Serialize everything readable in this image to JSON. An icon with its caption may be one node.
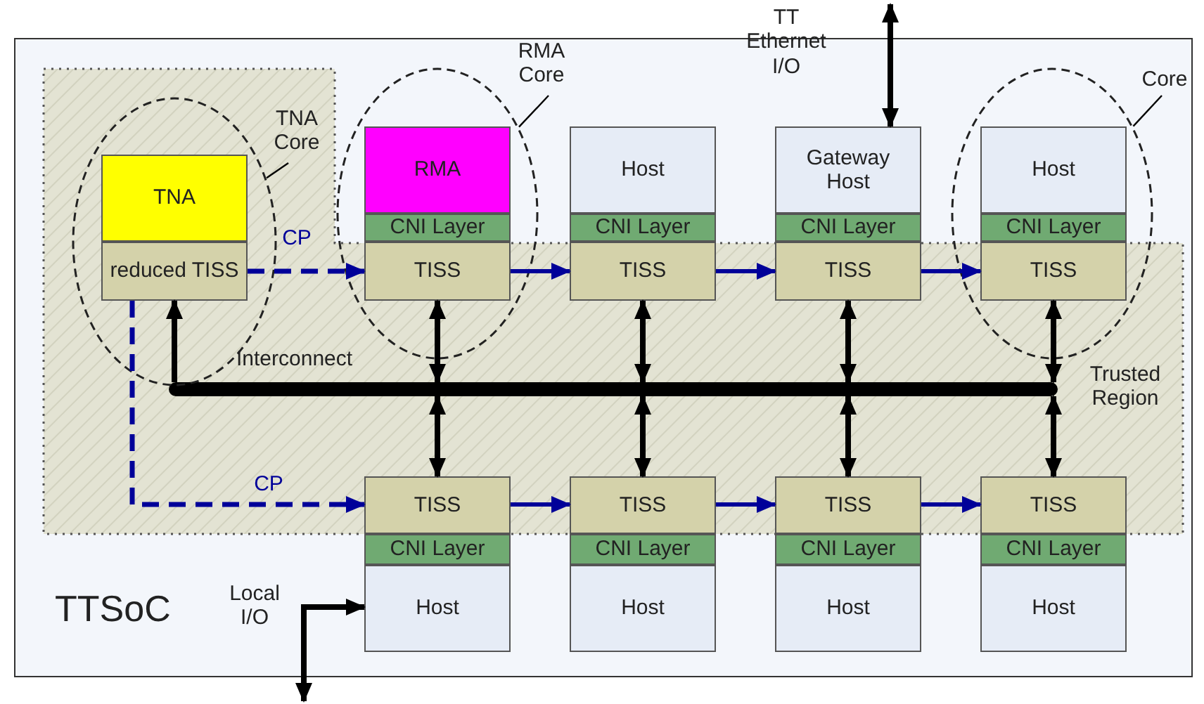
{
  "diagram": {
    "nodes": [
      {
        "text": [
          "TTSoC"
        ]
      },
      {
        "text": [
          "Trusted Region"
        ],
        "in": 0
      },
      {
        "text": [],
        "shape": "ellipse",
        "in": 1
      },
      {
        "text": [
          "TNA Core"
        ],
        "in": 1
      },
      {
        "text": [
          "TNA"
        ],
        "in": 2
      },
      {
        "text": [
          "reduced TISS"
        ],
        "in": 2
      },
      {
        "text": [],
        "shape": "ellipse",
        "in": 0
      },
      {
        "text": [
          "RMA Core"
        ],
        "in": 0
      },
      {
        "text": [
          "RMA"
        ],
        "in": 6
      },
      {
        "text": [
          "CNI Layer"
        ],
        "in": 6
      },
      {
        "text": [
          "TISS"
        ],
        "in": 6
      },
      {
        "text": [
          "Host"
        ],
        "in": 0
      },
      {
        "text": [
          "CNI Layer"
        ],
        "in": 0
      },
      {
        "text": [
          "TISS"
        ],
        "in": 1
      },
      {
        "text": [
          "Gateway Host"
        ],
        "in": 0
      },
      {
        "text": [
          "CNI Layer"
        ],
        "in": 0
      },
      {
        "text": [
          "TISS"
        ],
        "in": 1
      },
      {
        "text": [],
        "shape": "ellipse",
        "in": 0
      },
      {
        "text": [
          "Core"
        ],
        "in": 0
      },
      {
        "text": [
          "Host"
        ],
        "in": 17
      },
      {
        "text": [
          "CNI Layer"
        ],
        "in": 17
      },
      {
        "text": [
          "TISS"
        ],
        "in": 17
      },
      {
        "text": [
          "Interconnect"
        ],
        "in": 1
      },
      {
        "text": [
          "TISS"
        ],
        "in": 1
      },
      {
        "text": [
          "CNI Layer"
        ],
        "in": 0
      },
      {
        "text": [
          "Host"
        ],
        "in": 0
      },
      {
        "text": [
          "TISS"
        ],
        "in": 1
      },
      {
        "text": [
          "CNI Layer"
        ],
        "in": 0
      },
      {
        "text": [
          "Host"
        ],
        "in": 0
      },
      {
        "text": [
          "TISS"
        ],
        "in": 1
      },
      {
        "text": [
          "CNI Layer"
        ],
        "in": 0
      },
      {
        "text": [
          "Host"
        ],
        "in": 0
      },
      {
        "text": [
          "TISS"
        ],
        "in": 1
      },
      {
        "text": [
          "CNI Layer"
        ],
        "in": 0
      },
      {
        "text": [
          "Host"
        ],
        "in": 0
      }
    ],
    "edges": [
      {
        "from": 3,
        "to": 2,
        "arrow": "none"
      },
      {
        "from": 7,
        "to": 6,
        "arrow": "none"
      },
      {
        "from": 18,
        "to": 17,
        "arrow": "none"
      },
      {
        "from": null,
        "to": 14,
        "arrow": "both",
        "label": "TT Ethernet I/O"
      },
      {
        "from": 5,
        "to": 10,
        "arrow": "to",
        "label": "CP",
        "style": "dashed",
        "color": "#000099"
      },
      {
        "from": 10,
        "to": 13,
        "arrow": "to",
        "color": "#000099"
      },
      {
        "from": 13,
        "to": 16,
        "arrow": "to",
        "color": "#000099"
      },
      {
        "from": 16,
        "to": 21,
        "arrow": "to",
        "color": "#000099"
      },
      {
        "from": 22,
        "to": 5,
        "arrow": "to"
      },
      {
        "from": 22,
        "to": 10,
        "arrow": "both"
      },
      {
        "from": 22,
        "to": 13,
        "arrow": "both"
      },
      {
        "from": 22,
        "to": 16,
        "arrow": "both"
      },
      {
        "from": 22,
        "to": 21,
        "arrow": "both"
      },
      {
        "from": 22,
        "to": 23,
        "arrow": "both"
      },
      {
        "from": 22,
        "to": 26,
        "arrow": "both"
      },
      {
        "from": 22,
        "to": 29,
        "arrow": "both"
      },
      {
        "from": 22,
        "to": 32,
        "arrow": "both"
      },
      {
        "from": 5,
        "to": 23,
        "arrow": "to",
        "label": "CP",
        "style": "dashed",
        "color": "#000099"
      },
      {
        "from": 23,
        "to": 26,
        "arrow": "to",
        "color": "#000099"
      },
      {
        "from": 26,
        "to": 29,
        "arrow": "to",
        "color": "#000099"
      },
      {
        "from": 29,
        "to": 32,
        "arrow": "to",
        "color": "#000099"
      },
      {
        "from": null,
        "to": 25,
        "arrow": "both",
        "label": "Local I/O"
      }
    ]
  }
}
